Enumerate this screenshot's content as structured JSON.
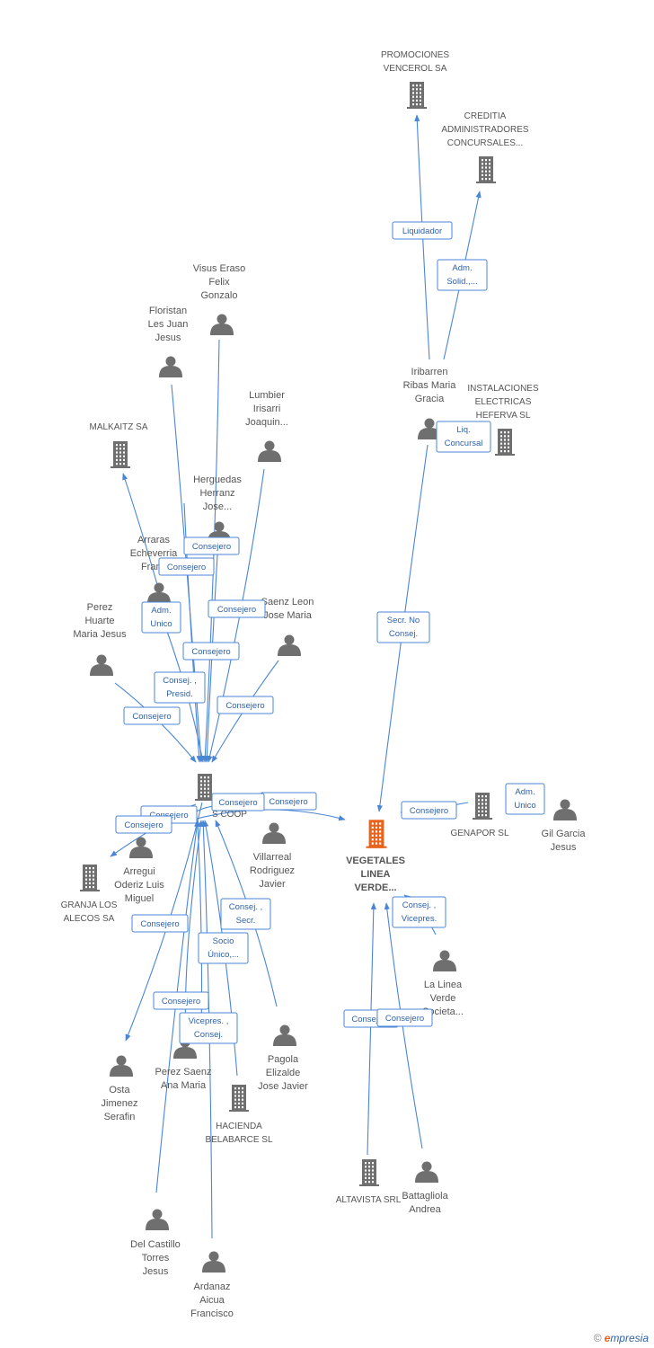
{
  "colors": {
    "edge": "#4a86d6",
    "building": "#6f6f6f",
    "person": "#6f6f6f",
    "main_building": "#e8641e",
    "label": "#555555"
  },
  "nodes": [
    {
      "id": "promociones",
      "type": "building",
      "lines": [
        "PROMOCIONES",
        "VENCEROL SA"
      ]
    },
    {
      "id": "creditia",
      "type": "building",
      "lines": [
        "CREDITIA",
        "ADMINISTRADORES",
        "CONCURSALES..."
      ]
    },
    {
      "id": "visus",
      "type": "person",
      "lines": [
        "Visus Eraso",
        "Felix",
        "Gonzalo"
      ]
    },
    {
      "id": "floristan",
      "type": "person",
      "lines": [
        "Floristan",
        "Les Juan",
        "Jesus"
      ]
    },
    {
      "id": "lumbier",
      "type": "person",
      "lines": [
        "Lumbier",
        "Irisarri",
        "Joaquin..."
      ]
    },
    {
      "id": "iribarren",
      "type": "person",
      "lines": [
        "Iribarren",
        "Ribas Maria",
        "Gracia"
      ]
    },
    {
      "id": "instalaciones",
      "type": "building",
      "lines": [
        "INSTALACIONES",
        "ELECTRICAS",
        "HEFERVA SL"
      ]
    },
    {
      "id": "malkaitz",
      "type": "building",
      "lines": [
        "MALKAITZ SA"
      ]
    },
    {
      "id": "herguedas",
      "type": "person",
      "lines": [
        "Herguedas",
        "Herranz",
        "Jose..."
      ]
    },
    {
      "id": "arraras",
      "type": "person",
      "lines": [
        "Arraras",
        "Echeverria",
        "Franc"
      ]
    },
    {
      "id": "saenz",
      "type": "person",
      "lines": [
        "Saenz Leon",
        "Jose Maria"
      ]
    },
    {
      "id": "perez_huarte",
      "type": "person",
      "lines": [
        "Perez",
        "Huarte",
        "Maria Jesus"
      ]
    },
    {
      "id": "coop",
      "type": "building",
      "lines": [
        "S COOP"
      ]
    },
    {
      "id": "vegetales",
      "type": "main",
      "lines": [
        "VEGETALES",
        "LINEA",
        "VERDE..."
      ]
    },
    {
      "id": "genapor",
      "type": "building",
      "lines": [
        "GENAPOR SL"
      ]
    },
    {
      "id": "gil",
      "type": "person",
      "lines": [
        "Gil Garcia",
        "Jesus"
      ]
    },
    {
      "id": "villarreal",
      "type": "person",
      "lines": [
        "Villarreal",
        "Rodriguez",
        "Javier"
      ]
    },
    {
      "id": "arregui",
      "type": "person",
      "lines": [
        "Arregui",
        "Oderiz Luis",
        "Miguel"
      ]
    },
    {
      "id": "granja",
      "type": "building",
      "lines": [
        "GRANJA LOS",
        "ALECOS SA"
      ]
    },
    {
      "id": "lalinea",
      "type": "person",
      "lines": [
        "La Linea",
        "Verde",
        "Societa..."
      ]
    },
    {
      "id": "osta",
      "type": "person",
      "lines": [
        "Osta",
        "Jimenez",
        "Serafin"
      ]
    },
    {
      "id": "perez_saenz",
      "type": "person",
      "lines": [
        "Perez Saenz",
        "Ana Maria"
      ]
    },
    {
      "id": "pagola",
      "type": "person",
      "lines": [
        "Pagola",
        "Elizalde",
        "Jose Javier"
      ]
    },
    {
      "id": "hacienda",
      "type": "building",
      "lines": [
        "HACIENDA",
        "BELABARCE  SL"
      ]
    },
    {
      "id": "altavista",
      "type": "building",
      "lines": [
        "ALTAVISTA SRL"
      ]
    },
    {
      "id": "battagliola",
      "type": "person",
      "lines": [
        "Battagliola",
        "Andrea"
      ]
    },
    {
      "id": "delcastillo",
      "type": "person",
      "lines": [
        "Del Castillo",
        "Torres",
        "Jesus"
      ]
    },
    {
      "id": "ardanaz",
      "type": "person",
      "lines": [
        "Ardanaz",
        "Aicua",
        "Francisco"
      ]
    }
  ],
  "edges": [
    {
      "id": "e1",
      "lines": [
        "Liquidador"
      ]
    },
    {
      "id": "e2",
      "lines": [
        "Adm.",
        "Solid.,..."
      ]
    },
    {
      "id": "e3",
      "lines": [
        "Liq.",
        "Concursal"
      ]
    },
    {
      "id": "e4",
      "lines": [
        "Secr.  No",
        "Consej."
      ]
    },
    {
      "id": "e5",
      "lines": [
        "Consejero"
      ]
    },
    {
      "id": "e6",
      "lines": [
        "Consejero"
      ]
    },
    {
      "id": "e7",
      "lines": [
        "Adm.",
        "Unico"
      ]
    },
    {
      "id": "e8",
      "lines": [
        "Consejero"
      ]
    },
    {
      "id": "e9",
      "lines": [
        "Consejero"
      ]
    },
    {
      "id": "e10",
      "lines": [
        "Consej. ,",
        "Presid."
      ]
    },
    {
      "id": "e11",
      "lines": [
        "Consejero"
      ]
    },
    {
      "id": "e12",
      "lines": [
        "Consejero"
      ]
    },
    {
      "id": "e13",
      "lines": [
        "Consejero"
      ]
    },
    {
      "id": "e14",
      "lines": [
        "Consejero"
      ]
    },
    {
      "id": "e15",
      "lines": [
        "Consejero"
      ]
    },
    {
      "id": "e16",
      "lines": [
        "Consejero"
      ]
    },
    {
      "id": "e17",
      "lines": [
        "Adm.",
        "Unico"
      ]
    },
    {
      "id": "e18",
      "lines": [
        "Consejero"
      ]
    },
    {
      "id": "e19",
      "lines": [
        "Consejero"
      ]
    },
    {
      "id": "e20",
      "lines": [
        "Consej. ,",
        "Secr."
      ]
    },
    {
      "id": "e21",
      "lines": [
        "Socio",
        "Único,..."
      ]
    },
    {
      "id": "e22",
      "lines": [
        "Consej. ,",
        "Vicepres."
      ]
    },
    {
      "id": "e23",
      "lines": [
        "Consejero"
      ]
    },
    {
      "id": "e24",
      "lines": [
        "Vicepres. ,",
        "Consej."
      ]
    },
    {
      "id": "e25",
      "lines": [
        "Consejero"
      ]
    },
    {
      "id": "e26",
      "lines": [
        "Consejero"
      ]
    }
  ],
  "watermark": {
    "copyright": "©",
    "brand_first": "e",
    "brand_rest": "mpresia"
  }
}
